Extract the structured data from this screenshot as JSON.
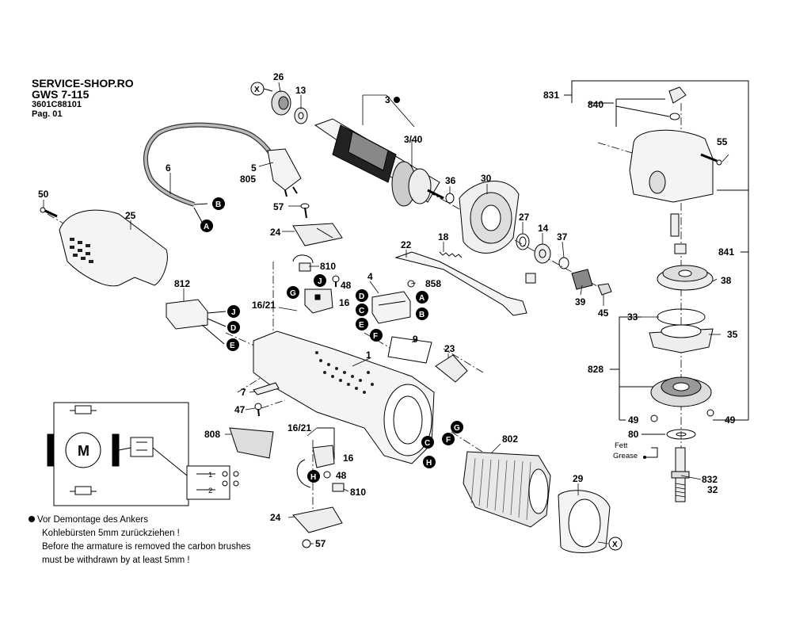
{
  "header": {
    "shop": "SERVICE-SHOP.RO",
    "model": "GWS 7-115",
    "code": "3601C88101",
    "page": "Pag. 01"
  },
  "notes": {
    "de_line1": "Vor Demontage des Ankers",
    "de_line2": "Kohlebürsten 5mm zurückziehen !",
    "en_line1": "Before the armature is removed the carbon brushes",
    "en_line2": "must be withdrawn by at least 5mm !"
  },
  "labels": {
    "p26": "26",
    "p13": "13",
    "p3": "3",
    "p3_40": "3/40",
    "p6": "6",
    "p5": "5",
    "p805": "805",
    "p50": "50",
    "p25": "25",
    "p57a": "57",
    "p24a": "24",
    "p810a": "810",
    "p48a": "48",
    "p812": "812",
    "p16_21a": "16/21",
    "p16a": "16",
    "p4": "4",
    "p858": "858",
    "p22": "22",
    "p18": "18",
    "p36": "36",
    "p30": "30",
    "p27": "27",
    "p14": "14",
    "p37": "37",
    "p39": "39",
    "p45": "45",
    "p9": "9",
    "p1": "1",
    "p23": "23",
    "p7": "7",
    "p47": "47",
    "p808": "808",
    "p16_21b": "16/21",
    "p16b": "16",
    "p48b": "48",
    "p810b": "810",
    "p24b": "24",
    "p57b": "57",
    "p802": "802",
    "p29": "29",
    "p831": "831",
    "p840": "840",
    "p55": "55",
    "p841": "841",
    "p38": "38",
    "p33": "33",
    "p35": "35",
    "p828": "828",
    "p49a": "49",
    "p49b": "49",
    "p80": "80",
    "p832": "832",
    "p32": "32",
    "fett": "Fett",
    "grease": "Grease",
    "motor": "M",
    "sw1": "1",
    "sw2": "2"
  },
  "connectors": {
    "A": "A",
    "B": "B",
    "C": "C",
    "D": "D",
    "E": "E",
    "F": "F",
    "G": "G",
    "H": "H",
    "J": "J",
    "X": "X"
  }
}
